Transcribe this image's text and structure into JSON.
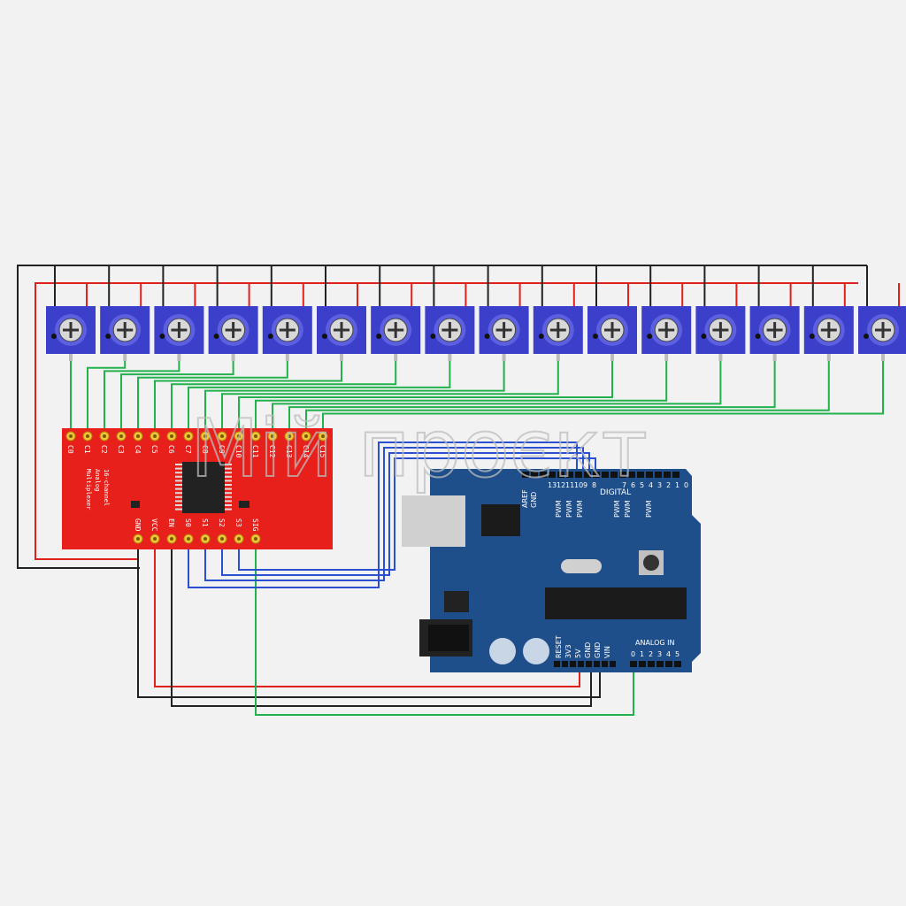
{
  "watermark": "Мій проєкт",
  "mux": {
    "title_lines": [
      "16-channel",
      "Analog",
      "Multiplexer"
    ],
    "channel_pins": [
      "C0",
      "C1",
      "C2",
      "C3",
      "C4",
      "C5",
      "C6",
      "C7",
      "C8",
      "C9",
      "C10",
      "C11",
      "C12",
      "C13",
      "C14",
      "C15"
    ],
    "control_pins": [
      "GND",
      "VCC",
      "EN",
      "S0",
      "S1",
      "S2",
      "S3",
      "SIG"
    ]
  },
  "potentiometers": {
    "count": 16
  },
  "arduino": {
    "digital_label": "DIGITAL",
    "digital_pins": [
      "13",
      "12",
      "11",
      "10",
      "9",
      "8",
      "7",
      "6",
      "5",
      "4",
      "3",
      "2",
      "1",
      "0"
    ],
    "left_header": [
      "AREF",
      "GND"
    ],
    "pwm_label": "PWM",
    "pwm_pins": [
      "11",
      "10",
      "9",
      "6",
      "5",
      "3"
    ],
    "power_pins": [
      "RESET",
      "3V3",
      "5V",
      "GND",
      "GND",
      "VIN"
    ],
    "analog_label": "ANALOG IN",
    "analog_pins": [
      "0",
      "1",
      "2",
      "3",
      "4",
      "5"
    ]
  },
  "colors": {
    "background": "#f2f2f2",
    "wire_black": "#222222",
    "wire_red": "#e0201c",
    "wire_green": "#22b14c",
    "wire_blue": "#2a4fd0",
    "mux_board": "#e8201c",
    "arduino_board": "#1f4f8a",
    "pot_body": "#3b3fc9"
  }
}
